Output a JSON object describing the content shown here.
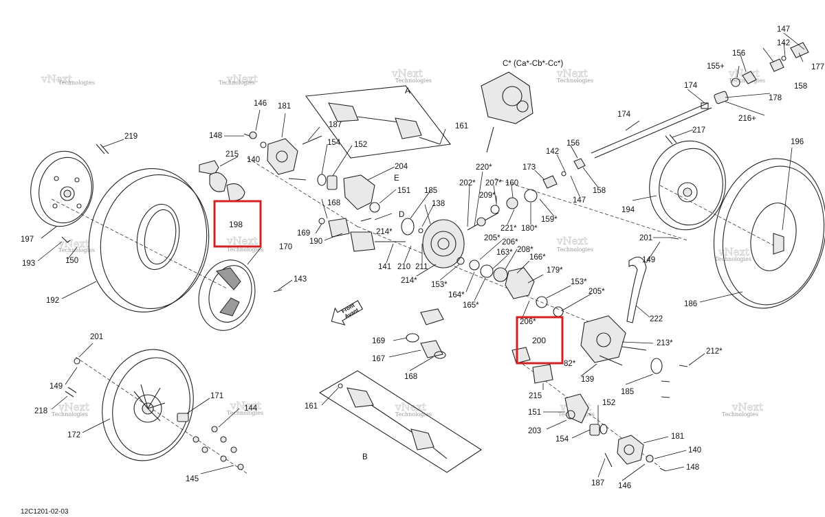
{
  "diagram": {
    "code": "12C1201-02-03",
    "front_arrow": [
      "Front",
      "Avant"
    ],
    "watermark": [
      "vNext",
      "Technologies"
    ],
    "highlighted": [
      "198",
      "200"
    ],
    "group_labels": {
      "driveshaft_top": "A",
      "driveshaft_bottom": "B",
      "differential": "C* (Ca*-Cb*-Cc*)",
      "d": "D",
      "e": "E"
    },
    "callouts": [
      "219",
      "146",
      "181",
      "148",
      "140",
      "187",
      "154",
      "152",
      "215",
      "204",
      "151",
      "185",
      "138",
      "202*",
      "220*",
      "207*",
      "160",
      "173",
      "142",
      "156",
      "147",
      "158",
      "209*",
      "221*",
      "180*",
      "159*",
      "174",
      "217",
      "196",
      "155+",
      "178",
      "216+",
      "177",
      "194",
      "197",
      "193",
      "150",
      "192",
      "198",
      "170",
      "168",
      "169",
      "190",
      "143",
      "141",
      "210",
      "211",
      "214*",
      "214*",
      "153*",
      "164*",
      "165*",
      "163*",
      "205*",
      "206*",
      "208*",
      "166*",
      "179*",
      "153*",
      "205*",
      "206*",
      "222",
      "186",
      "201",
      "149",
      "200",
      "213*",
      "212*",
      "82*",
      "139",
      "185",
      "215",
      "169",
      "167",
      "168",
      "161",
      "161",
      "201",
      "149",
      "218",
      "171",
      "144",
      "172",
      "145",
      "151",
      "203",
      "154",
      "152",
      "181",
      "140",
      "148",
      "187",
      "146"
    ]
  }
}
